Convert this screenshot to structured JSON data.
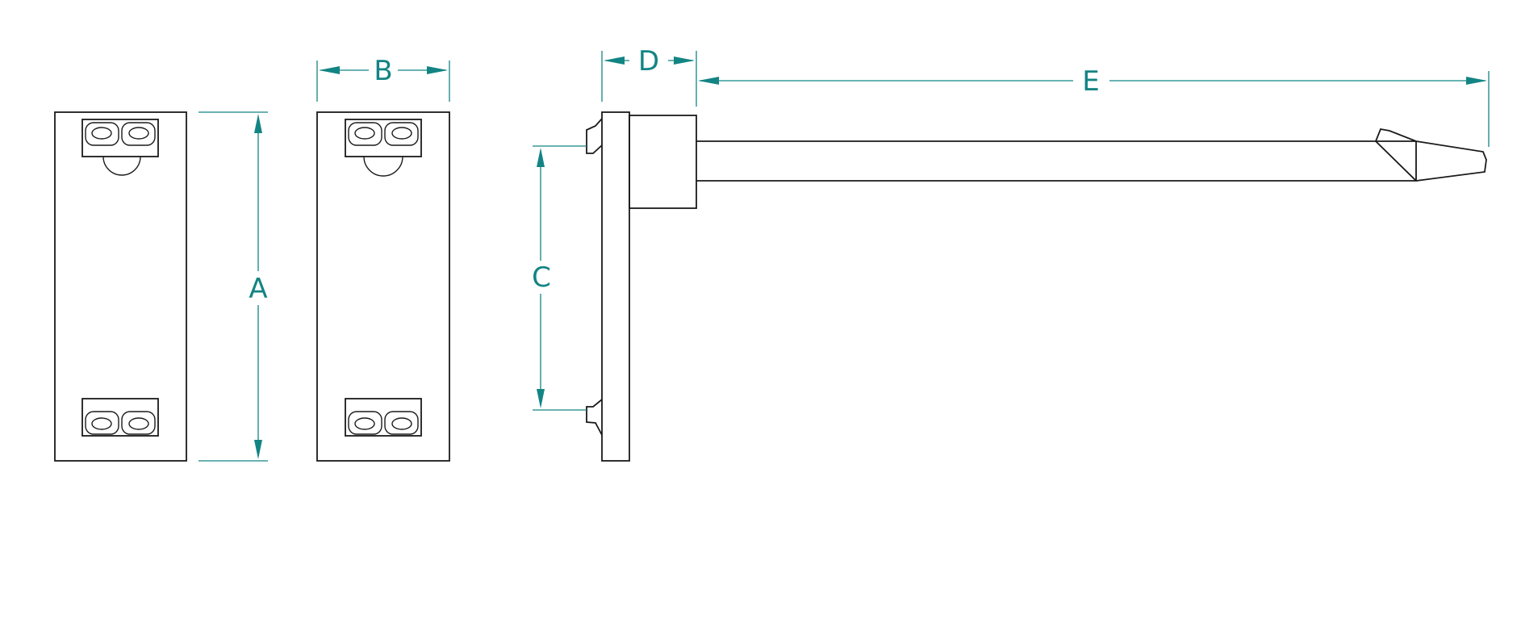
{
  "dimensions": {
    "a": "A",
    "b": "B",
    "c": "C",
    "d": "D",
    "e": "E"
  },
  "colors": {
    "dimension": "#138484",
    "outline": "#1a1a1a",
    "background": "#ffffff"
  }
}
